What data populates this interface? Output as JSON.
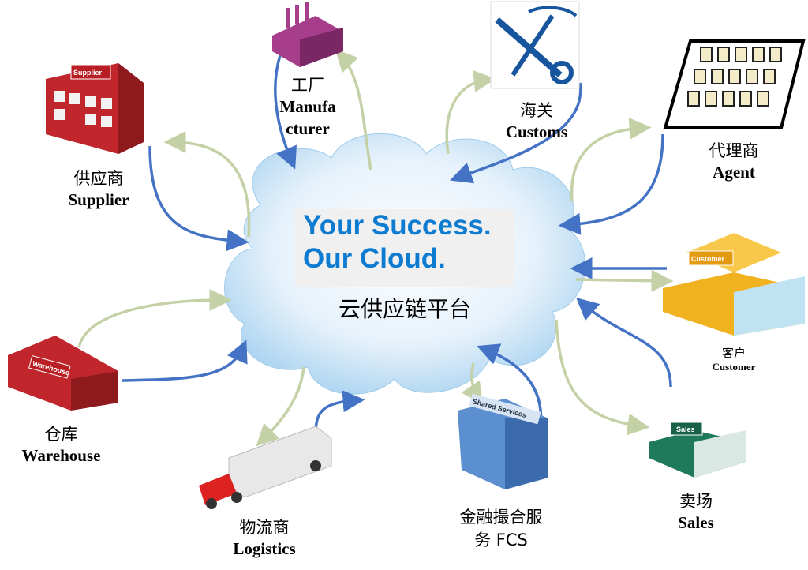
{
  "center": {
    "slogan_line1": "Your Success.",
    "slogan_line2": "Our Cloud.",
    "platform": "云供应链平台"
  },
  "nodes": {
    "supplier": {
      "zh": "供应商",
      "en": "Supplier",
      "sign": "Supplier"
    },
    "manufacturer": {
      "zh": "工厂",
      "en_line1": "Manufa",
      "en_line2": "cturer"
    },
    "customs": {
      "zh": "海关",
      "en": "Customs"
    },
    "agent": {
      "zh": "代理商",
      "en": "Agent"
    },
    "customer": {
      "zh": "客户",
      "en": "Customer",
      "sign": "Customer"
    },
    "sales": {
      "zh": "卖场",
      "en": "Sales",
      "sign": "Sales"
    },
    "fcs": {
      "zh_line1": "金融撮合服",
      "zh_line2": "务 FCS",
      "sign": "Shared Services"
    },
    "logistics": {
      "zh": "物流商",
      "en": "Logistics"
    },
    "warehouse": {
      "zh": "仓库",
      "en": "Warehouse",
      "sign": "Warehouse"
    }
  },
  "colors": {
    "inbound_arrow": "#4472c4",
    "outbound_arrow": "#c4d1a6",
    "slogan": "#0d7bd0",
    "cloud": "#cfe6f7"
  }
}
